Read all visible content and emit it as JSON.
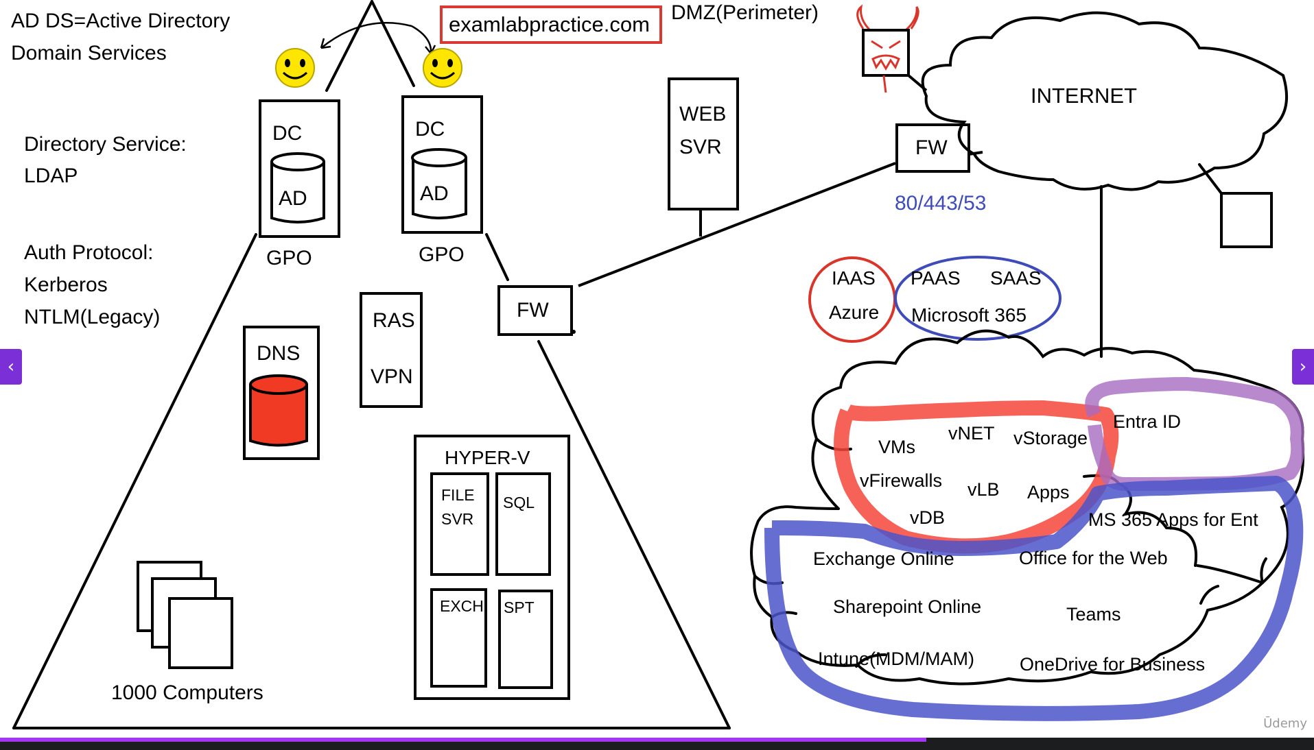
{
  "texts": {
    "ad_ds_line1": "AD DS=Active Directory",
    "ad_ds_line2": "Domain Services",
    "website": "examlabpractice.com",
    "dmz": "DMZ(Perimeter)",
    "dir_service_1": "Directory Service:",
    "dir_service_2": "LDAP",
    "auth_1": "Auth Protocol:",
    "auth_2": "Kerberos",
    "auth_3": "NTLM(Legacy)",
    "dc1_label": "DC",
    "dc1_db": "AD",
    "dc1_gpo": "GPO",
    "dc2_label": "DC",
    "dc2_db": "AD",
    "dc2_gpo": "GPO",
    "web_svr_1": "WEB",
    "web_svr_2": "SVR",
    "fw_dmz": "FW",
    "fw_internal": "FW",
    "ports": "80/443/53",
    "internet": "INTERNET",
    "iaas": "IAAS",
    "azure": "Azure",
    "paas": "PAAS",
    "saas": "SAAS",
    "ms365": "Microsoft 365",
    "dns": "DNS",
    "ras": "RAS",
    "vpn": "VPN",
    "hyperv": "HYPER-V",
    "file_svr_1": "FILE",
    "file_svr_2": "SVR",
    "sql": "SQL",
    "exch": "EXCH",
    "spt": "SPT",
    "computers": "1000 Computers",
    "vms": "VMs",
    "vnet": "vNET",
    "vstorage": "vStorage",
    "vfirewalls": "vFirewalls",
    "vlb": "vLB",
    "apps": "Apps",
    "vdb": "vDB",
    "entra": "Entra ID",
    "ms365_apps": "MS 365 Apps for Ent",
    "exchange_online": "Exchange Online",
    "office_web": "Office for the Web",
    "sharepoint_online": "Sharepoint Online",
    "teams": "Teams",
    "intune": "Intune(MDM/MAM)",
    "onedrive": "OneDrive for Business"
  },
  "player": {
    "prev_icon": "chevron-left-icon",
    "next_icon": "chevron-right-icon",
    "prev_glyph": "‹",
    "next_glyph": "›",
    "watermark": "Ūdemy",
    "progress_fraction": 0.705
  },
  "colors": {
    "ink": "#000000",
    "red_mark": "#f4463b",
    "blue_mark": "#4b55c9",
    "purple_mark": "#a86bc0",
    "port_text": "#3e4bb8",
    "smiley": "#ffe600",
    "dns_fill": "#f03a24",
    "nav_accent": "#7b2fd6"
  }
}
